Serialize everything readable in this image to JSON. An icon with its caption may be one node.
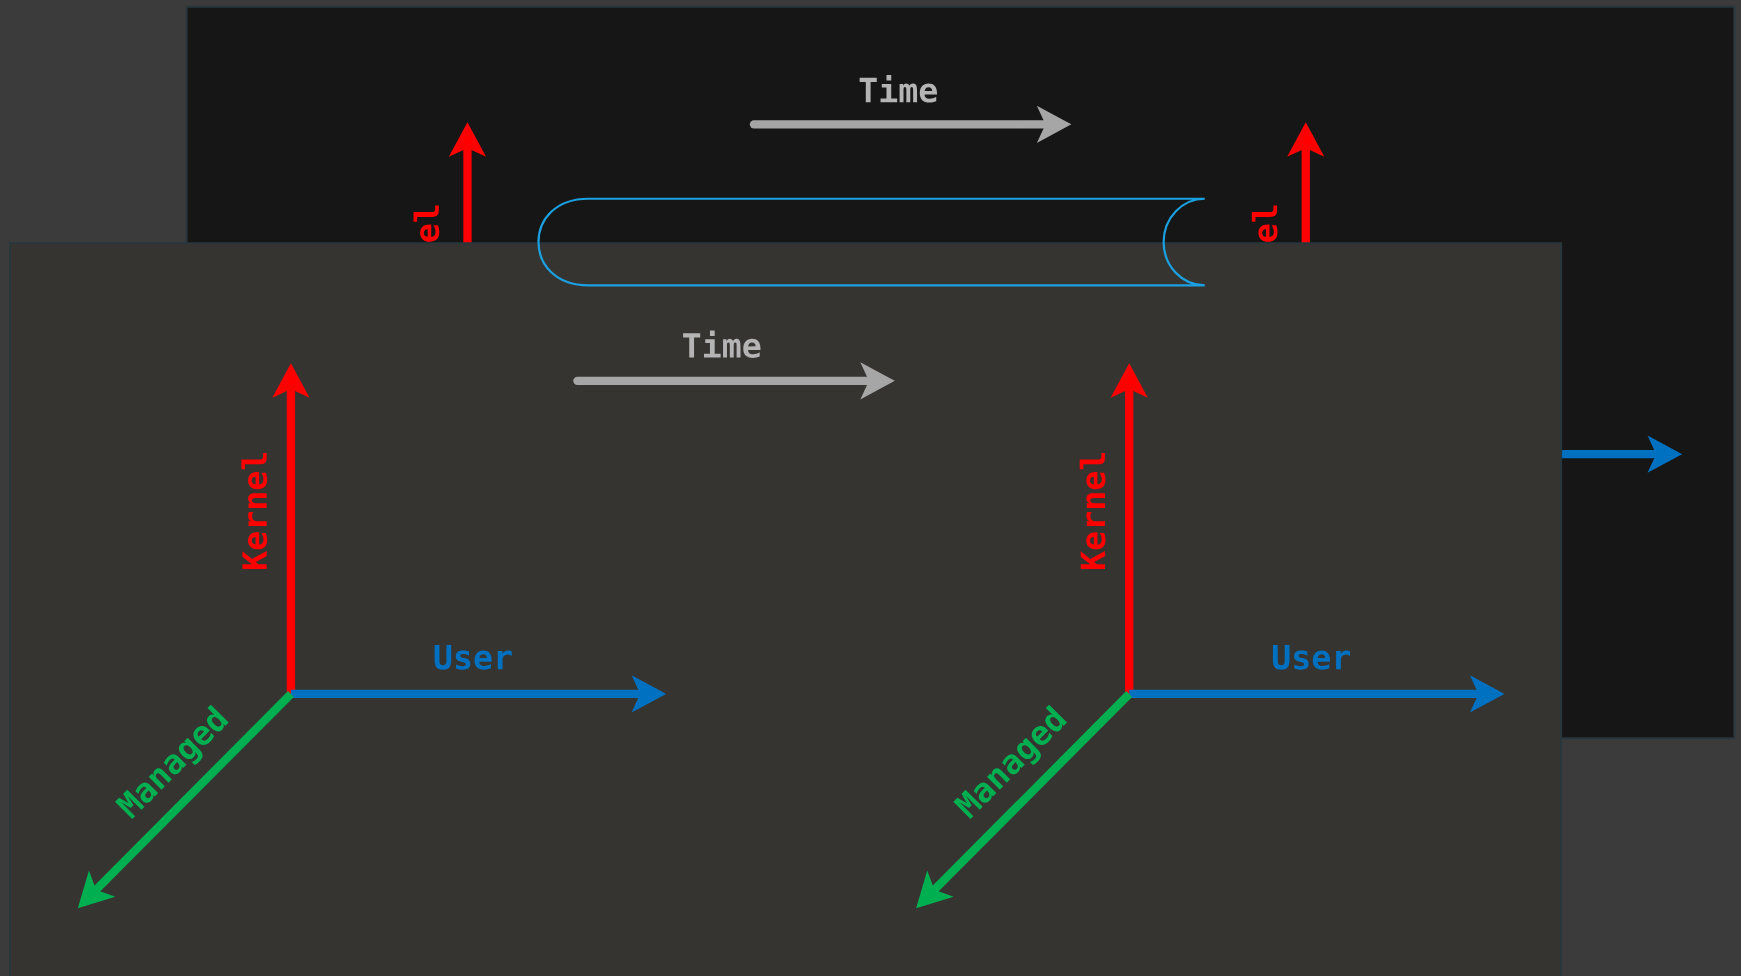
{
  "diagram": {
    "labels": [
      "Time",
      "el",
      "el",
      "Time",
      "Kernel",
      "User",
      "Managed",
      "Kernel",
      "User",
      "Managed"
    ]
  }
}
